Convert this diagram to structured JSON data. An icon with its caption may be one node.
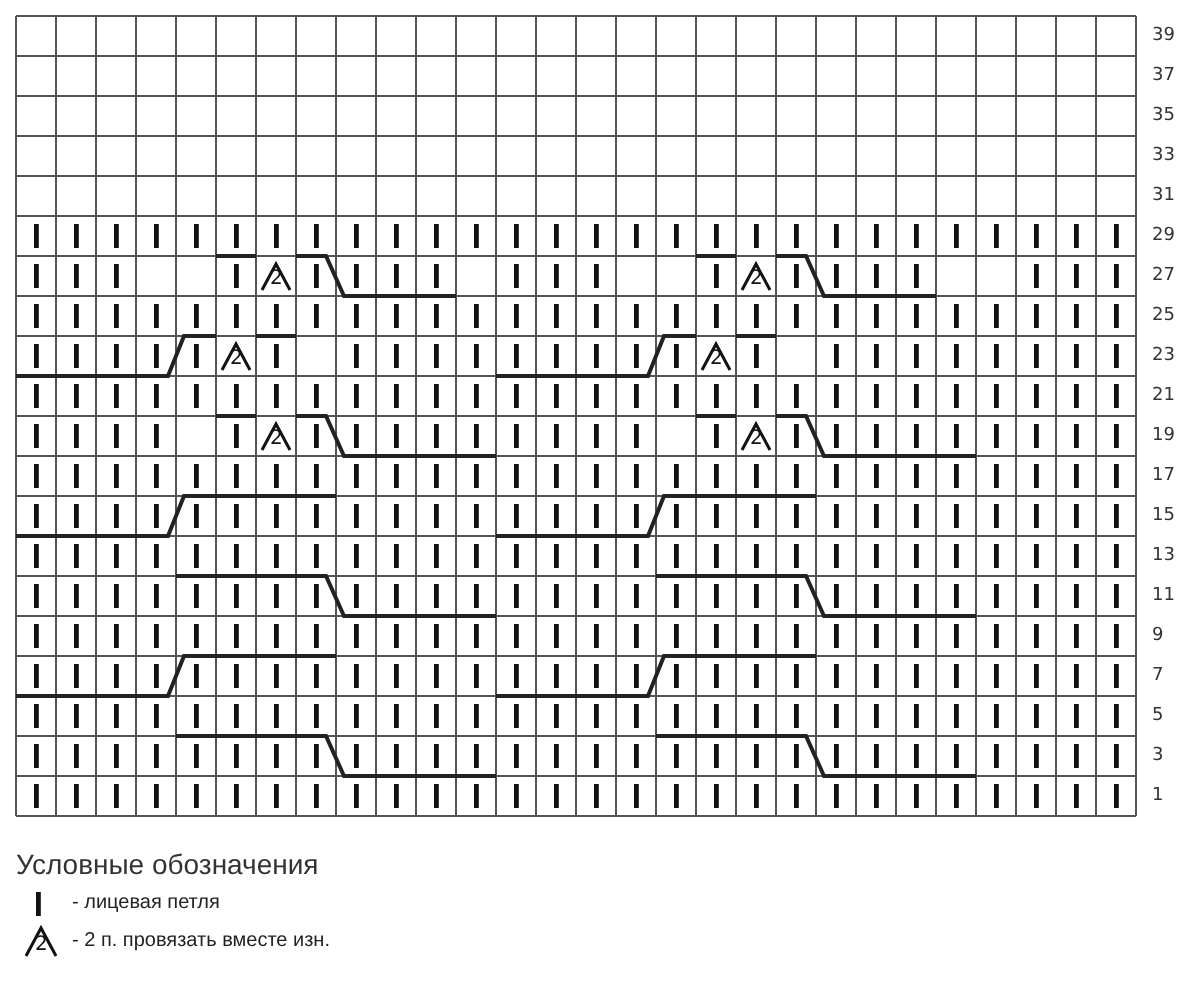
{
  "diagram": {
    "labels": [
      "39",
      "37",
      "35",
      "33",
      "31",
      "29",
      "2",
      "2",
      "27",
      "25",
      "2",
      "2",
      "23",
      "21",
      "2",
      "2",
      "19",
      "17",
      "15",
      "13",
      "11",
      "9",
      "7",
      "5",
      "3",
      "1",
      "Условные обозначения",
      "2"
    ],
    "legend": [
      {
        "text": "- лицевая петля"
      },
      {
        "text": "- 2 п. провязать вместе изн."
      }
    ]
  }
}
